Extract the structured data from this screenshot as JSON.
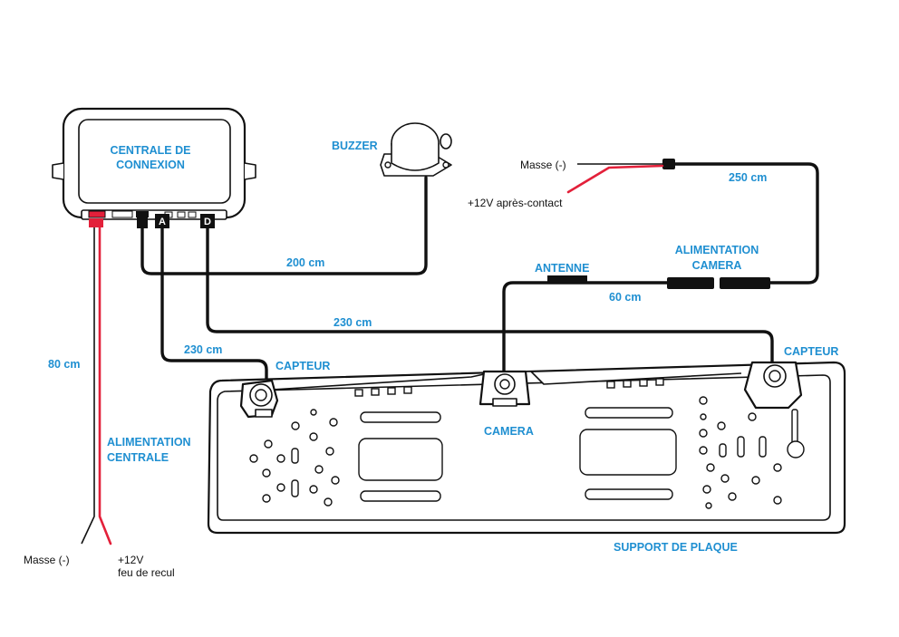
{
  "labels": {
    "centrale_line1": "CENTRALE DE",
    "centrale_line2": "CONNEXION",
    "buzzer": "BUZZER",
    "masse_top": "Masse (-)",
    "plus12_top": "+12V après-contact",
    "len_250": "250 cm",
    "alim_camera_line1": "ALIMENTATION",
    "alim_camera_line2": "CAMERA",
    "antenne": "ANTENNE",
    "len_60": "60 cm",
    "len_200": "200 cm",
    "len_230_top": "230 cm",
    "len_230_left": "230 cm",
    "len_80": "80 cm",
    "capteur_left": "CAPTEUR",
    "capteur_right": "CAPTEUR",
    "camera": "CAMERA",
    "alim_centrale_line1": "ALIMENTATION",
    "alim_centrale_line2": "CENTRALE",
    "support_plaque": "SUPPORT DE PLAQUE",
    "masse_bottom": "Masse (-)",
    "plus12_bottom_line1": "+12V",
    "plus12_bottom_line2": "feu de recul",
    "port_a": "A",
    "port_d": "D"
  },
  "colors": {
    "label_blue": "#1f8fd1",
    "wire_black": "#111111",
    "wire_red": "#e3203a"
  }
}
